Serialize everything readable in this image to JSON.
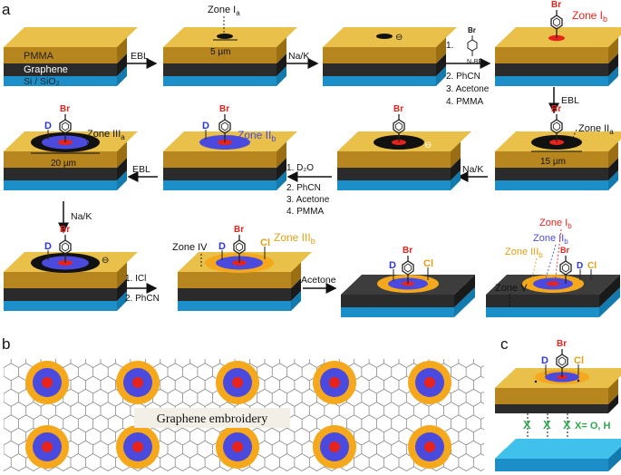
{
  "panel_labels": {
    "a": "a",
    "b": "b",
    "c": "c"
  },
  "colors": {
    "pmma_top": "#E8C04A",
    "pmma_side": "#B8861E",
    "graphene": "#2B2B2B",
    "substrate_top": "#3FC1EC",
    "substrate_side": "#1C8FC8",
    "zone_red": "#E8231C",
    "zone_blue": "#4A4ADE",
    "zone_gold": "#F5A81C",
    "bromine": "#E8231C",
    "deuterium": "#2B35D8",
    "chlorine": "#E0A010",
    "green_x": "#2FA84F",
    "hex_stroke": "#7A7A7A"
  },
  "layer_labels": {
    "pmma": "PMMA",
    "graphene": "Graphene",
    "substrate": "Si / SiO₂"
  },
  "steps": {
    "ebl": "EBL",
    "nak": "Na/K",
    "acetone": "Acetone",
    "step_a3": [
      "1.",
      "2. PhCN",
      "3. Acetone",
      "4. PMMA"
    ],
    "step_b3": [
      "1. D₂O",
      "2. PhCN",
      "3. Acetone",
      "4. PMMA"
    ],
    "step_c2": [
      "1. ICl",
      "2. PhCN"
    ]
  },
  "reagent": "N₂BF₄",
  "zones": {
    "ia": "Zone I",
    "ia_sub": "a",
    "ib": "Zone I",
    "ib_sub": "b",
    "iia": "Zone II",
    "iia_sub": "a",
    "iib": "Zone II",
    "iib_sub": "b",
    "iiia": "Zone III",
    "iiia_sub": "a",
    "iiib": "Zone III",
    "iiib_sub": "b",
    "iv": "Zone IV",
    "v": "Zone V"
  },
  "dimensions": {
    "d1": "5 µm",
    "d2": "15 µm",
    "d3": "20 µm"
  },
  "atoms": {
    "br": "Br",
    "d": "D",
    "cl": "Cl"
  },
  "charge": "⊖",
  "embroidery_label": "Graphene embroidery",
  "x_label": "X",
  "x_def": "X= O, H"
}
